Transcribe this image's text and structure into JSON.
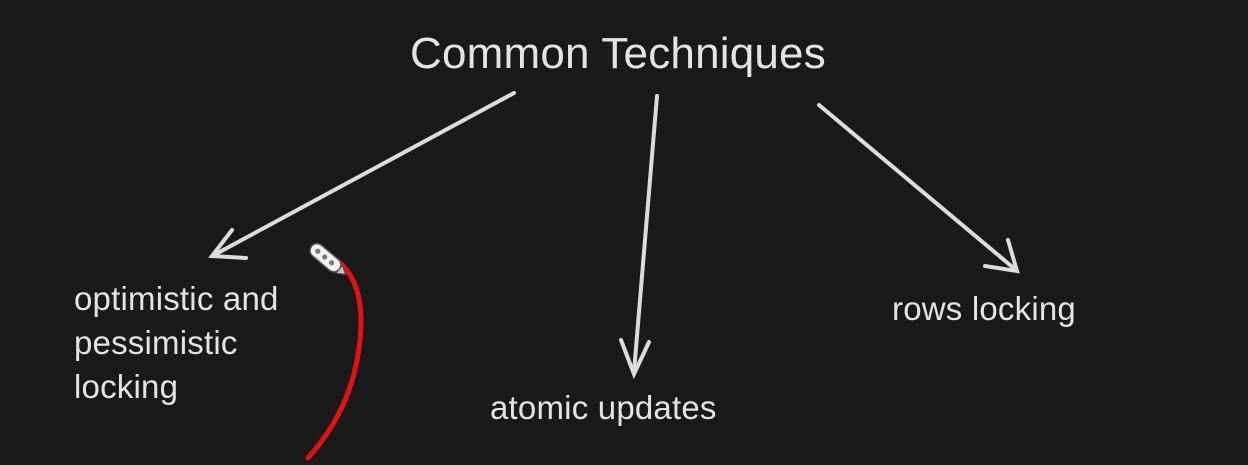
{
  "diagram": {
    "title": "Common Techniques",
    "children": [
      {
        "label": "optimistic and\npessimistic\nlocking"
      },
      {
        "label": "atomic updates"
      },
      {
        "label": "rows locking"
      }
    ]
  },
  "colors": {
    "background": "#1b1a1a",
    "text": "#e4e4e4",
    "arrow": "#dcdcdc",
    "annotation": "#e11414"
  },
  "icons": [
    "pen-cursor-icon"
  ]
}
